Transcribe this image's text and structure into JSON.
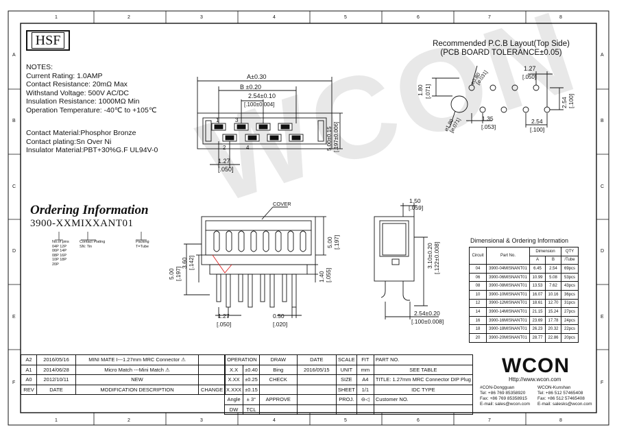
{
  "hsf_logo": "HSF",
  "notes": {
    "heading": "NOTES:",
    "lines": [
      "Current Rating: 1.0AMP",
      "Contact Resistance: 20mΩ Max",
      "Withstand Voltage: 500V AC/DC",
      "Insulation Resistance: 1000MΩ Min",
      "Operation Temperature: -40℃ to +105℃"
    ],
    "materials": [
      "Contact Material:Phosphor Bronze",
      "Contact plating:Sn Over Ni",
      "Insulator Material:PBT+30%G.F UL94V-0"
    ]
  },
  "ordering": {
    "title": "Ordering Information",
    "code": "3900-XXMIXXANT01",
    "lbl_pins": "No.of pins",
    "pins_list": [
      "04P  12P",
      "06P  14P",
      "08P  16P",
      "10P  18P",
      "      20P"
    ],
    "lbl_plating": "Contact Plating",
    "plating_val": "SN: Tin",
    "lbl_packing": "Packing",
    "packing_val": "T=Tube"
  },
  "pcb": {
    "title_line1": "Recommended P.C.B Layout(Top Side)",
    "title_line2": "(PCB BOARD TOLERANCE±0.05)",
    "d_180": "1.80",
    "d_071": "[.071]",
    "d_hole": "⌀0.80",
    "d_hole_in": "[⌀.031]",
    "d_127": "1.27",
    "d_050": "[.050]",
    "d_254": "2.54",
    "d_100": "[.100]",
    "d_135": "1.35",
    "d_053": "[.053]",
    "d_254b": "2.54",
    "d_100b": "[.100]",
    "d_hole2": "⌀1.80",
    "d_hole2_in": "[⌀.071]"
  },
  "top_view": {
    "d_a": "A±0.30",
    "d_b": "B ±0.20",
    "d_c1": "2.54±0.10",
    "d_c2": "[.100±0.004]",
    "d_h": "5.00±0.15",
    "d_h_in": "[.197±0.006]",
    "d_p": "1.27",
    "d_p_in": "[.050]",
    "pin1": "1",
    "pin2": "2",
    "pin3": "3",
    "pin4": "4"
  },
  "front_view": {
    "cover": "COVER",
    "d_500": "5.00",
    "d_197": "[.197]",
    "d_500l": "5.00",
    "d_197l": "[.197]",
    "d_360": "3.60",
    "d_142": "[.142]",
    "d_140": "1.40",
    "d_055": "[.055]",
    "d_127": "1.27",
    "d_050": "[.050]",
    "d_050b": "0.50",
    "d_020": "[.020]"
  },
  "side_view": {
    "d_150": "1.50",
    "d_059": "[.059]",
    "d_310": "3.10±0.20",
    "d_122": "[.122±0.008]",
    "d_254": "2.54±0.20",
    "d_100": "[.100±0.008]"
  },
  "dim_table": {
    "title": "Dimensional & Ordering Information",
    "headers": [
      "Circuit",
      "Part No.",
      "Dimension",
      "QTY"
    ],
    "sub_headers": [
      "A",
      "B",
      "/Tube"
    ],
    "rows": [
      [
        "04",
        "3900-04MISNANT01",
        "6.45",
        "2.54",
        "69pcs"
      ],
      [
        "06",
        "3900-06MISNANT01",
        "10.99",
        "5.08",
        "53pcs"
      ],
      [
        "08",
        "3900-08MISNANT01",
        "13.53",
        "7.62",
        "43pcs"
      ],
      [
        "10",
        "3900-10MISNANT01",
        "16.07",
        "10.16",
        "36pcs"
      ],
      [
        "12",
        "3900-12MISNANT01",
        "18.61",
        "12.70",
        "31pcs"
      ],
      [
        "14",
        "3900-14MISNANT01",
        "21.15",
        "15.24",
        "27pcs"
      ],
      [
        "16",
        "3900-16MISNANT01",
        "23.69",
        "17.78",
        "24pcs"
      ],
      [
        "18",
        "3900-18MISNANT01",
        "26.23",
        "20.32",
        "22pcs"
      ],
      [
        "20",
        "3900-20MISNANT01",
        "28.77",
        "22.86",
        "20pcs"
      ]
    ]
  },
  "revisions": [
    [
      "A2",
      "2016/05/16",
      "MINI MATE I---1.27mm MRC Connector ⚠"
    ],
    [
      "A1",
      "2014/06/28",
      "Micro Match ---Mini Match ⚠"
    ],
    [
      "A0",
      "2012/10/11",
      "NEW"
    ]
  ],
  "rev_header": [
    "REV",
    "DATE",
    "MODIFICATION  DESCRIPTION",
    "CHANGE"
  ],
  "title_block": {
    "operation": "OPERATION",
    "draw": "DRAW",
    "date": "DATE",
    "scale": "SCALE",
    "fit": "FIT",
    "part_no": "PART NO.",
    "see_table": "SEE TABLE",
    "tol1": "X.X",
    "tol1v": "±0.40",
    "tol2": "X.XX",
    "tol2v": "±0.25",
    "tol3": "X.XXX",
    "tol3v": "±0.15",
    "angle": "Angle",
    "anglev": "± 3°",
    "drawer": "Bing",
    "draw_date": "2016/05/15",
    "check": "CHECK",
    "approve": "APPROVE",
    "unit": "UNIT",
    "mm": "mm",
    "size": "SIZE",
    "a4": "A4",
    "sheet": "SHEET",
    "sheet_v": "1/1",
    "proj": "PROJ.",
    "title_lbl": "TITLE:",
    "title_val": "1.27mm MRC Connector DIP Plug",
    "idc": "IDC TYPE",
    "customer": "Customer NO.",
    "dw": "DW",
    "tcl": "TCL"
  },
  "company": {
    "logo": "WCON",
    "web": "Http://www.wcon.com",
    "dg_name": "#CON-Dongguan",
    "dg_tel": "Tel: +86 769 85358920",
    "dg_fax": "Fax: +86 769 85358915",
    "dg_mail": "E-mail: sales@wcon.com",
    "ks_name": "WCON-Kunshan",
    "ks_tel": "Tel: +86 512 57465408",
    "ks_fax": "Fax: +86 512 57465408",
    "ks_mail": "E-mail: salesks@wcon.com"
  },
  "grid": {
    "cols": [
      "1",
      "2",
      "3",
      "4",
      "5",
      "6",
      "7",
      "8"
    ],
    "rows": [
      "A",
      "B",
      "C",
      "D",
      "E",
      "F"
    ]
  },
  "watermark": "WCON"
}
